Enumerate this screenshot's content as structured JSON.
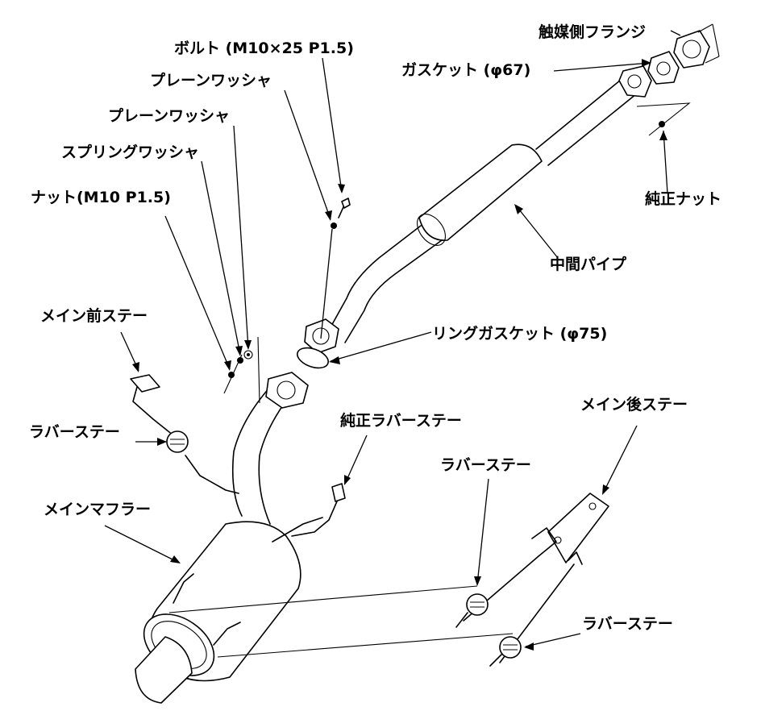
{
  "labels": {
    "bolt": "ボルト (M10×25 P1.5)",
    "plain_washer_1": "プレーンワッシャ",
    "plain_washer_2": "プレーンワッシャ",
    "spring_washer": "スプリングワッシャ",
    "nut": "ナット(M10 P1.5)",
    "main_front_stay": "メイン前ステー",
    "rubber_stay_front": "ラバーステー",
    "main_muffler": "メインマフラー",
    "catalyst_flange": "触媒側フランジ",
    "gasket_67": "ガスケット (φ67)",
    "oem_nut": "純正ナット",
    "mid_pipe": "中間パイプ",
    "ring_gasket_75": "リングガスケット (φ75)",
    "oem_rubber_stay": "純正ラバーステー",
    "main_rear_stay": "メイン後ステー",
    "rubber_stay_mid": "ラバーステー",
    "rubber_stay_rear": "ラバーステー"
  }
}
